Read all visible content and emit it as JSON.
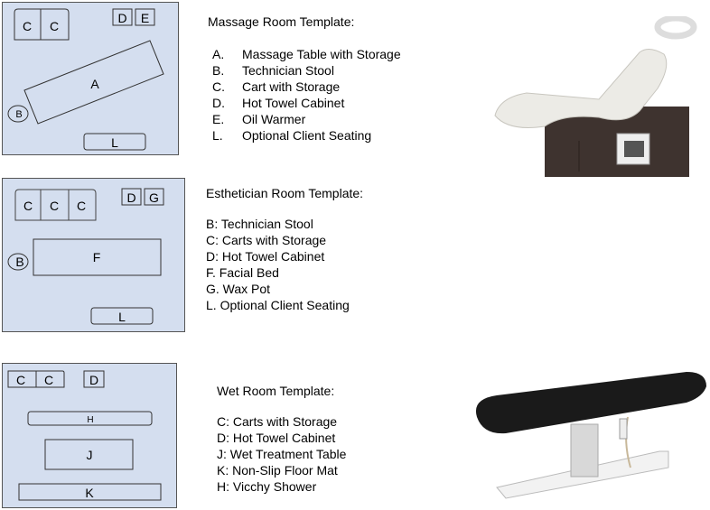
{
  "massage": {
    "title": "Massage Room Template:",
    "items": [
      {
        "key": "A.",
        "label": "Massage Table with Storage"
      },
      {
        "key": "B.",
        "label": "Technician Stool"
      },
      {
        "key": "C.",
        "label": "Cart with Storage"
      },
      {
        "key": "D.",
        "label": "Hot Towel Cabinet"
      },
      {
        "key": "E.",
        "label": "Oil Warmer"
      },
      {
        "key": "L.",
        "label": "Optional Client Seating"
      }
    ],
    "diagram": {
      "c1": "C",
      "c2": "C",
      "d": "D",
      "e": "E",
      "a": "A",
      "b": "B",
      "l": "L"
    }
  },
  "esthetician": {
    "title": "Esthetician Room Template:",
    "items": [
      "B: Technician Stool",
      "C: Carts with Storage",
      "D: Hot Towel Cabinet",
      "F. Facial Bed",
      "G. Wax Pot",
      "L. Optional Client Seating"
    ],
    "diagram": {
      "c1": "C",
      "c2": "C",
      "c3": "C",
      "d": "D",
      "g": "G",
      "b": "B",
      "f": "F",
      "l": "L"
    }
  },
  "wet": {
    "title": "Wet Room Template:",
    "items": [
      "C: Carts with Storage",
      "D: Hot Towel Cabinet",
      "J: Wet Treatment Table",
      "K: Non-Slip Floor Mat",
      "H: Vicchy Shower"
    ],
    "diagram": {
      "c1": "C",
      "c2": "C",
      "d": "D",
      "h": "H",
      "j": "J",
      "k": "K"
    }
  },
  "colors": {
    "room_fill": "#d4deef",
    "room_border": "#555555"
  }
}
